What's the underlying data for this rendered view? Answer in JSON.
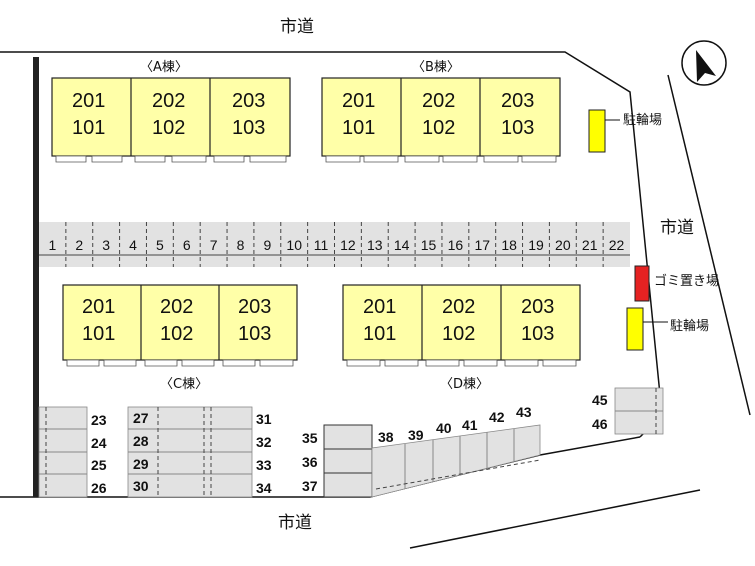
{
  "roads": {
    "north": "市道",
    "east": "市道",
    "south": "市道"
  },
  "compass": {
    "icon": "north-arrow-icon"
  },
  "buildings": [
    {
      "id": "A",
      "label": "〈A棟〉",
      "units": [
        [
          "201",
          "101"
        ],
        [
          "202",
          "102"
        ],
        [
          "203",
          "103"
        ]
      ]
    },
    {
      "id": "B",
      "label": "〈B棟〉",
      "units": [
        [
          "201",
          "101"
        ],
        [
          "202",
          "102"
        ],
        [
          "203",
          "103"
        ]
      ]
    },
    {
      "id": "C",
      "label": "〈C棟〉",
      "units": [
        [
          "201",
          "101"
        ],
        [
          "202",
          "102"
        ],
        [
          "203",
          "103"
        ]
      ]
    },
    {
      "id": "D",
      "label": "〈D棟〉",
      "units": [
        [
          "201",
          "101"
        ],
        [
          "202",
          "102"
        ],
        [
          "203",
          "103"
        ]
      ]
    }
  ],
  "facilities": {
    "bike_north": {
      "label": "駐輪場",
      "color": "#ffff00"
    },
    "garbage": {
      "label": "ゴミ置き場",
      "color": "#e52222"
    },
    "bike_south": {
      "label": "駐輪場",
      "color": "#ffff00"
    }
  },
  "parking_row": [
    "1",
    "2",
    "3",
    "4",
    "5",
    "6",
    "7",
    "8",
    "9",
    "10",
    "11",
    "12",
    "13",
    "14",
    "15",
    "16",
    "17",
    "18",
    "19",
    "20",
    "21",
    "22"
  ],
  "parking_lower": {
    "g1": [
      "23",
      "24",
      "25",
      "26"
    ],
    "g2": [
      "27",
      "28",
      "29",
      "30"
    ],
    "g3": [
      "31",
      "32",
      "33",
      "34"
    ],
    "g4": [
      "35",
      "36",
      "37"
    ],
    "g5": [
      "38",
      "39",
      "40",
      "41",
      "42",
      "43"
    ],
    "g6": [
      "45",
      "46"
    ]
  },
  "colors": {
    "building_fill": "#ffffa8",
    "parking_fill": "#e2e2e2",
    "road_line": "#111111"
  }
}
